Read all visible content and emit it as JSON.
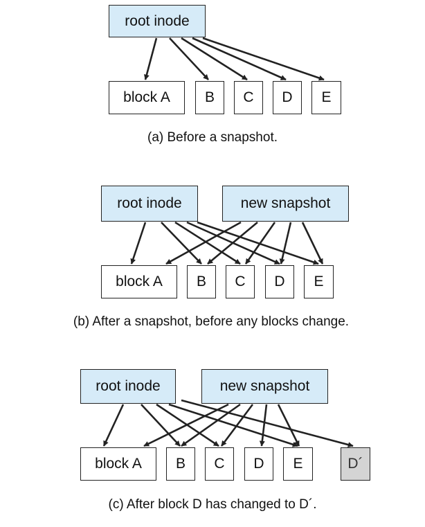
{
  "panels": [
    {
      "caption": "(a) Before a snapshot.",
      "root": "root inode",
      "blocks": [
        "block A",
        "B",
        "C",
        "D",
        "E"
      ]
    },
    {
      "caption": "(b) After a snapshot, before any blocks change.",
      "root": "root inode",
      "snapshot": "new snapshot",
      "blocks": [
        "block A",
        "B",
        "C",
        "D",
        "E"
      ]
    },
    {
      "caption": "(c) After block D has changed to D´.",
      "root": "root inode",
      "snapshot": "new snapshot",
      "blocks": [
        "block A",
        "B",
        "C",
        "D",
        "E"
      ],
      "changed_block": "D´"
    }
  ],
  "colors": {
    "inode_fill": "#d6ebf8",
    "block_fill": "#ffffff",
    "changed_fill": "#d4d4d4",
    "arrow": "#222222"
  }
}
